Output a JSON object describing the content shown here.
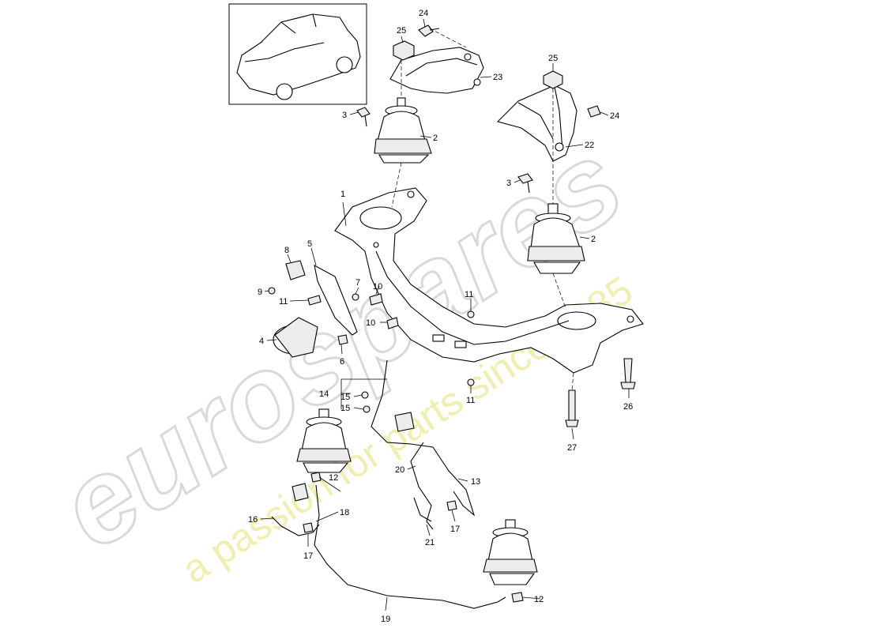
{
  "watermark": {
    "brand": "eurospares",
    "tagline": "a passion for parts since 1985"
  },
  "callouts": [
    {
      "id": "c1",
      "label": "1"
    },
    {
      "id": "c2a",
      "label": "2"
    },
    {
      "id": "c2b",
      "label": "2"
    },
    {
      "id": "c3a",
      "label": "3"
    },
    {
      "id": "c3b",
      "label": "3"
    },
    {
      "id": "c4",
      "label": "4"
    },
    {
      "id": "c5",
      "label": "5"
    },
    {
      "id": "c6",
      "label": "6"
    },
    {
      "id": "c7",
      "label": "7"
    },
    {
      "id": "c8",
      "label": "8"
    },
    {
      "id": "c9",
      "label": "9"
    },
    {
      "id": "c10a",
      "label": "10"
    },
    {
      "id": "c10b",
      "label": "10"
    },
    {
      "id": "c11a",
      "label": "11"
    },
    {
      "id": "c11b",
      "label": "11"
    },
    {
      "id": "c11c",
      "label": "11"
    },
    {
      "id": "c12a",
      "label": "12"
    },
    {
      "id": "c12b",
      "label": "12"
    },
    {
      "id": "c13",
      "label": "13"
    },
    {
      "id": "c14",
      "label": "14"
    },
    {
      "id": "c15a",
      "label": "15"
    },
    {
      "id": "c15b",
      "label": "15"
    },
    {
      "id": "c16",
      "label": "16"
    },
    {
      "id": "c17a",
      "label": "17"
    },
    {
      "id": "c17b",
      "label": "17"
    },
    {
      "id": "c18",
      "label": "18"
    },
    {
      "id": "c19",
      "label": "19"
    },
    {
      "id": "c20",
      "label": "20"
    },
    {
      "id": "c21",
      "label": "21"
    },
    {
      "id": "c22",
      "label": "22"
    },
    {
      "id": "c23",
      "label": "23"
    },
    {
      "id": "c24a",
      "label": "24"
    },
    {
      "id": "c24b",
      "label": "24"
    },
    {
      "id": "c25a",
      "label": "25"
    },
    {
      "id": "c25b",
      "label": "25"
    },
    {
      "id": "c26",
      "label": "26"
    },
    {
      "id": "c27",
      "label": "27"
    }
  ]
}
